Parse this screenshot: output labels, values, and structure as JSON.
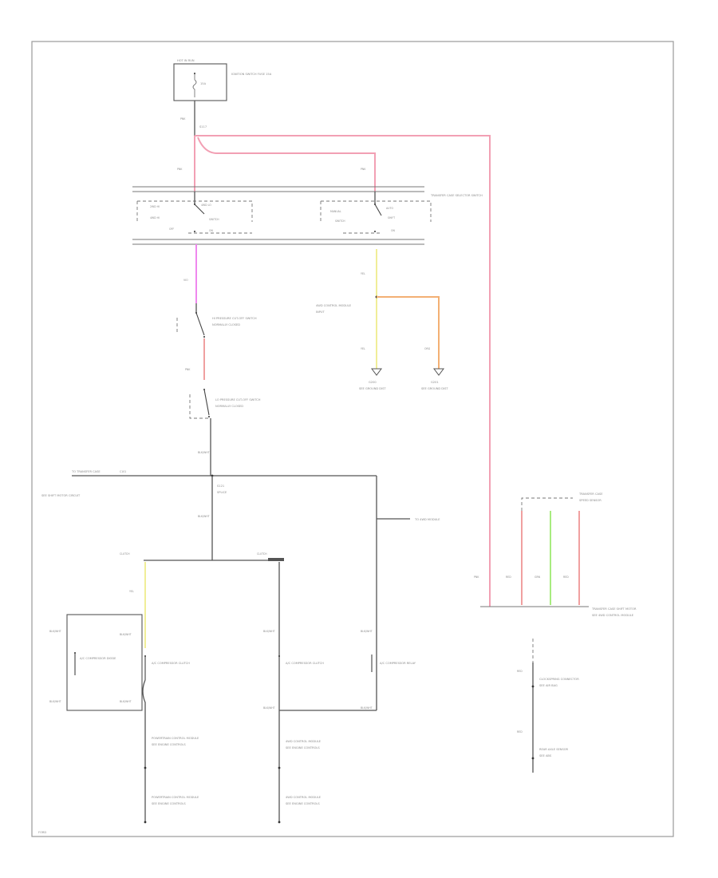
{
  "diagram": {
    "colors": {
      "pink": "#f2a0b4",
      "magenta": "#ef88ee",
      "yellow": "#f0ee98",
      "orange": "#f3b074",
      "green": "#a8ec80",
      "red": "#f0a0a0",
      "line": "#555555"
    },
    "labels": {
      "fuse_box_title": "HOT IN RUN",
      "fuse_desc": "IGNITION SWITCH FUSE 15A",
      "fuse_amp": "15A",
      "splice_top": "S117",
      "wire_top": "PNK",
      "wire_pink_left": "PNK",
      "wire_pink_mid": "PNK",
      "switch_panel_name": "TRANSFER CASE SELECTOR SWITCH",
      "sw_left_a": "2WD HI",
      "sw_left_b": "4WD HI",
      "sw_left_c": "4WD LO",
      "sw_left_d": "OFF",
      "sw_left_state1": "SWITCH",
      "sw_left_state2": "ON",
      "sw_right_a": "MANUAL",
      "sw_right_b": "AUTO",
      "sw_right_c": "SWITCH",
      "sw_right_state1": "SHIFT",
      "sw_right_state2": "ON",
      "wire_vio": "VIO",
      "wire_yel": "YEL",
      "pressure_switch_1": "HI PRESSURE CUT-OFF SWITCH",
      "pressure_switch_1_detail": "NORMALLY CLOSED",
      "mid_module": "4WD CONTROL MODULE",
      "mid_module_detail": "INPUT",
      "wire_org": "ORG",
      "wire_yel2": "YEL",
      "gnd_a": "G200",
      "gnd_b": "G201",
      "gnd_a_sub": "SEE GROUND DIST",
      "gnd_b_sub": "SEE GROUND DIST",
      "pressure_switch_2": "LO PRESSURE CUT-OFF SWITCH",
      "pressure_switch_2_detail": "NORMALLY CLOSED",
      "wire_blk_wht": "BLK/WHT",
      "junction_left": "TO TRANSFER CASE",
      "junction_left_detail": "SEE SHIFT MOTOR CIRCUIT",
      "junction_splice": "S121",
      "junction_label": "SPLICE",
      "junction_connector": "C101",
      "wire_grn": "GRN",
      "wire_to_right": "TO 4WD MODULE",
      "left_clutch_label": "CLUTCH",
      "mid_clutch_label": "CLUTCH",
      "left_comp_1": "A/C COMPRESSOR CLUTCH",
      "left_comp_2": "A/C COMPRESSOR DIODE",
      "mid_comp_1": "A/C COMPRESSOR CLUTCH",
      "mid_comp_2": "A/C COMPRESSOR RELAY",
      "left_gnd_1": "POWERTRAIN CONTROL MODULE",
      "left_gnd_2": "SEE ENGINE CONTROLS",
      "mid_gnd_1": "4WD CONTROL MODULE",
      "mid_gnd_2": "SEE ENGINE CONTROLS",
      "right_module": "TRANSFER CASE SHIFT MOTOR",
      "right_module_detail": "SEE 4WD CONTROL MODULE",
      "right_lower_1": "CLOCKSPRING CONNECTOR",
      "right_lower_2": "SEE AIR BAG",
      "right_lower_3": "REAR AXLE SENSOR",
      "right_lower_4": "SEE ABS",
      "wire_red_1": "RED",
      "wire_red_2": "RED",
      "wire_red_3": "RED",
      "wire_grn_2": "GRN",
      "speed_sensor": "TRANSFER CASE",
      "speed_sensor_detail": "SPEED SENSOR",
      "footer": "FORD"
    }
  }
}
